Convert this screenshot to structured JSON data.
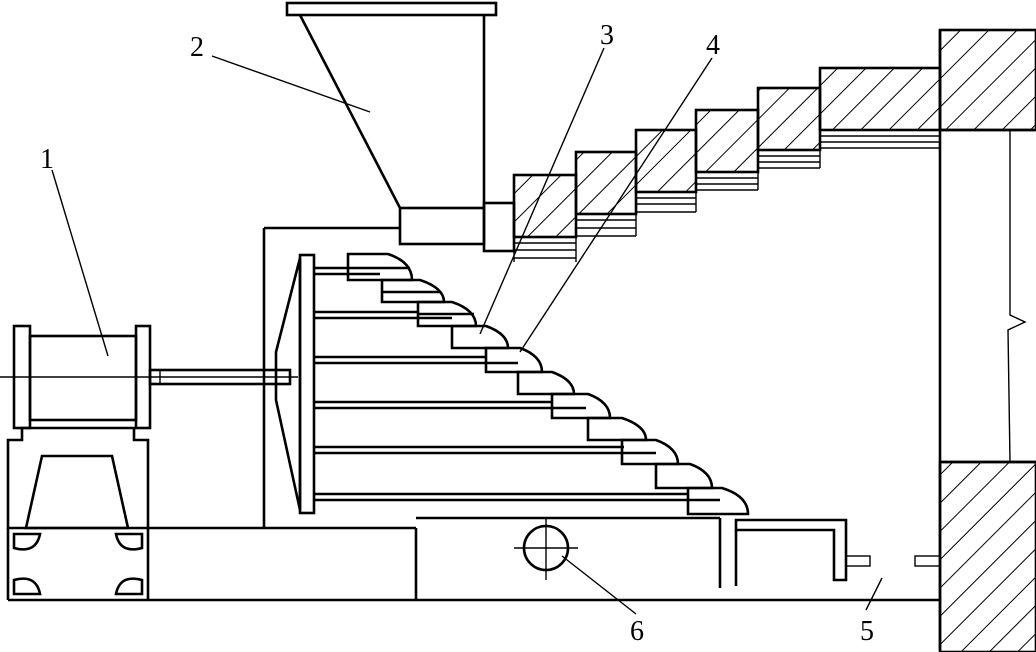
{
  "labels": {
    "1": "1",
    "2": "2",
    "3": "3",
    "4": "4",
    "5": "5",
    "6": "6"
  }
}
